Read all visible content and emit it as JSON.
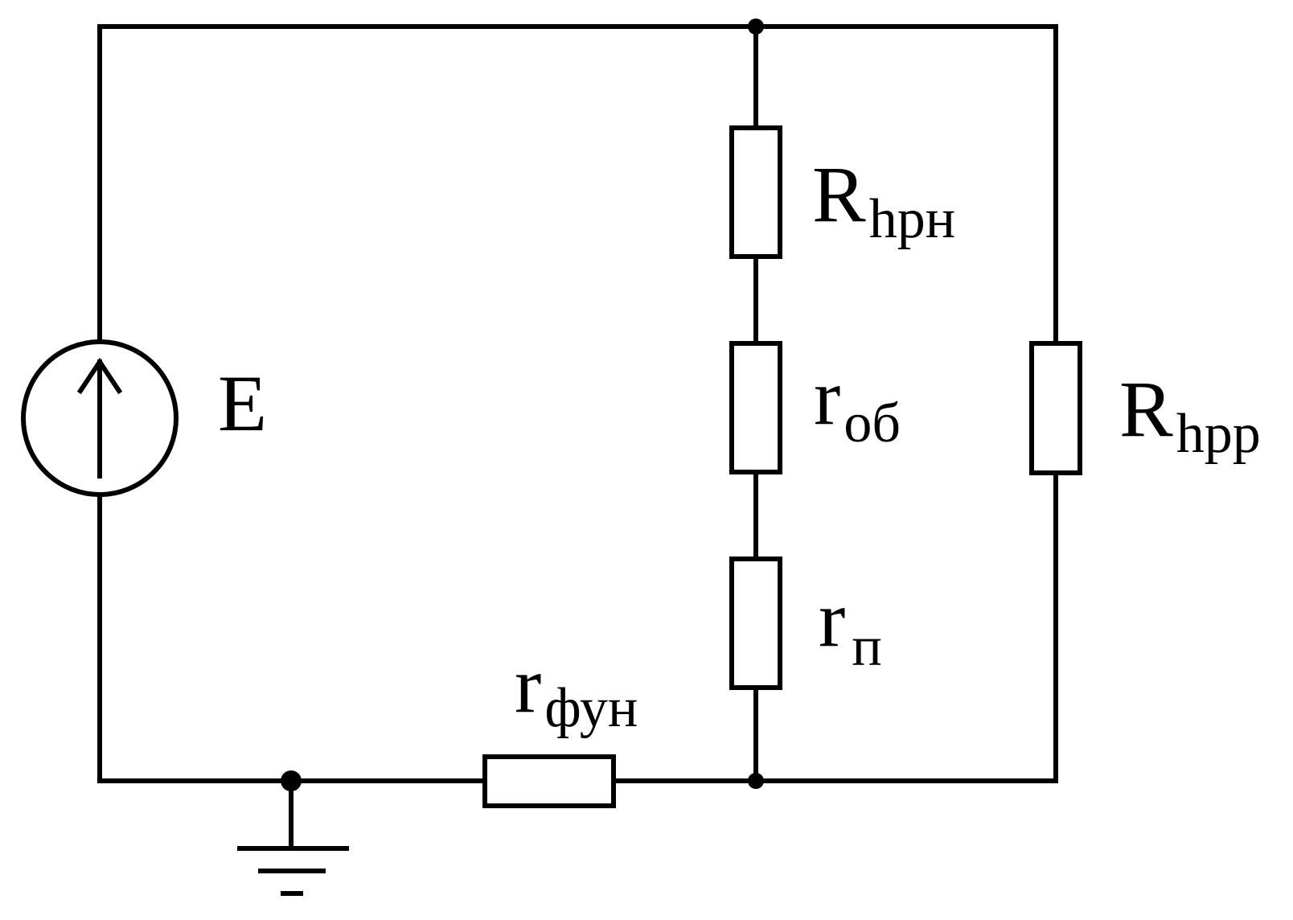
{
  "diagram": {
    "type": "electrical-circuit",
    "colors": {
      "line": "#000000",
      "background": "#ffffff"
    },
    "source": {
      "label": "E",
      "kind": "voltage-source",
      "arrow": "up"
    },
    "resistors": [
      {
        "id": "R_hrn",
        "main": "R",
        "sub": "hрн",
        "branch": "middle-top"
      },
      {
        "id": "r_ob",
        "main": "r",
        "sub": "об",
        "branch": "middle-center"
      },
      {
        "id": "r_p",
        "main": "r",
        "sub": "п",
        "branch": "middle-bottom"
      },
      {
        "id": "R_hrr",
        "main": "R",
        "sub": "hрр",
        "branch": "right"
      },
      {
        "id": "r_fun",
        "main": "r",
        "sub": "фун",
        "branch": "bottom-wire"
      }
    ],
    "junctions": [
      "top-middle",
      "bottom-middle",
      "ground-node"
    ],
    "ground": true
  }
}
